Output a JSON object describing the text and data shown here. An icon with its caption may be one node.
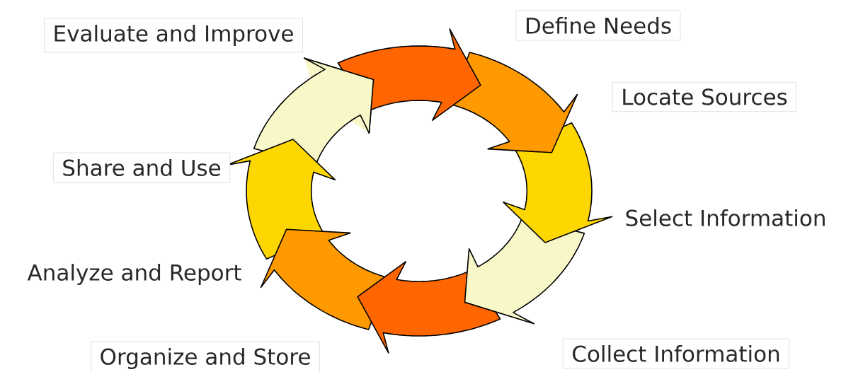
{
  "diagram": {
    "labels": [
      "Evaluate and Improve",
      "Define Needs",
      "Locate Sources",
      "Share and Use",
      "Select Information",
      "Analyze and Report",
      "Organize and Store",
      "Collect Information"
    ]
  }
}
